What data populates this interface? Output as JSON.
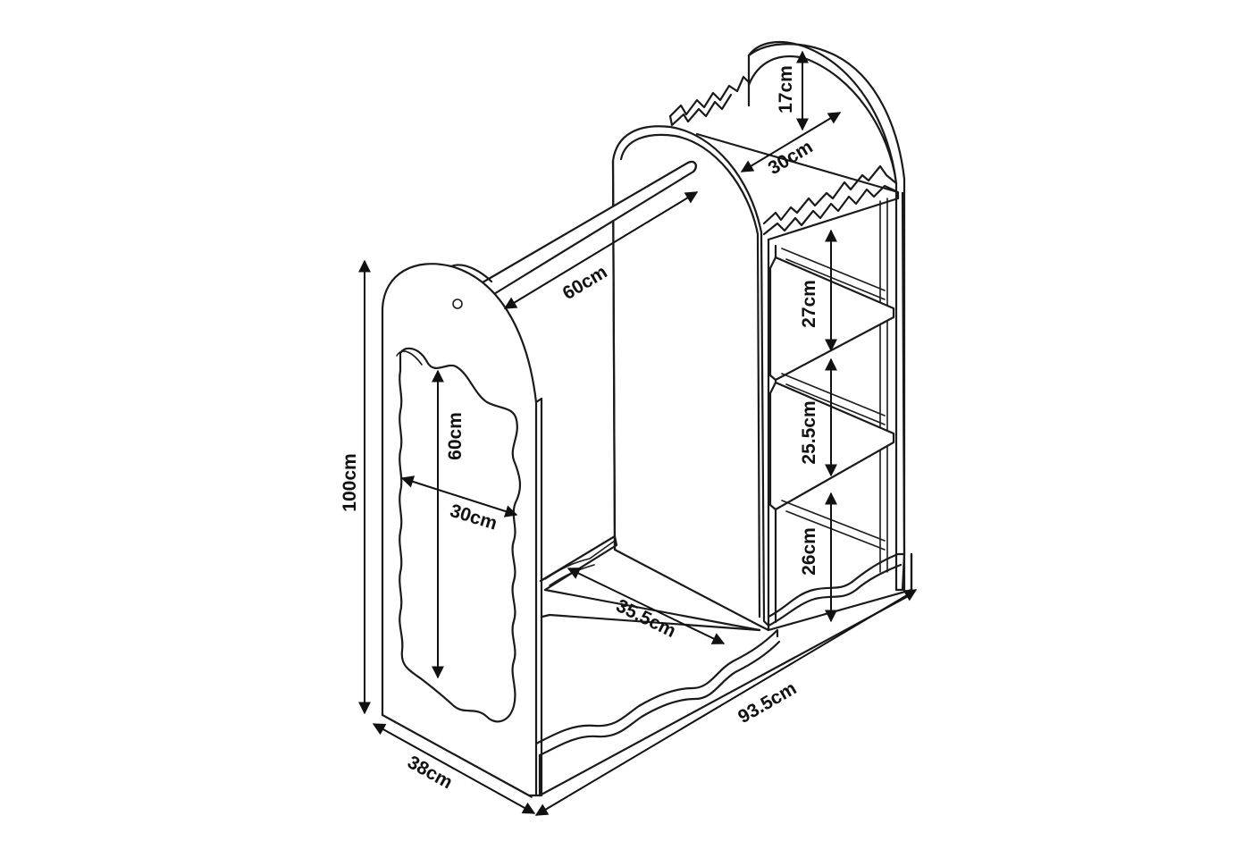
{
  "dimensions": {
    "overall_height": "100cm",
    "overall_width": "93.5cm",
    "depth": "38cm",
    "rail_length": "60cm",
    "mirror_height": "60cm",
    "mirror_width": "30cm",
    "base_depth": "35.5cm",
    "top_shelf_width": "30cm",
    "top_height": "17cm",
    "shelf_1": "27cm",
    "shelf_2": "25.5cm",
    "shelf_3": "26cm"
  }
}
